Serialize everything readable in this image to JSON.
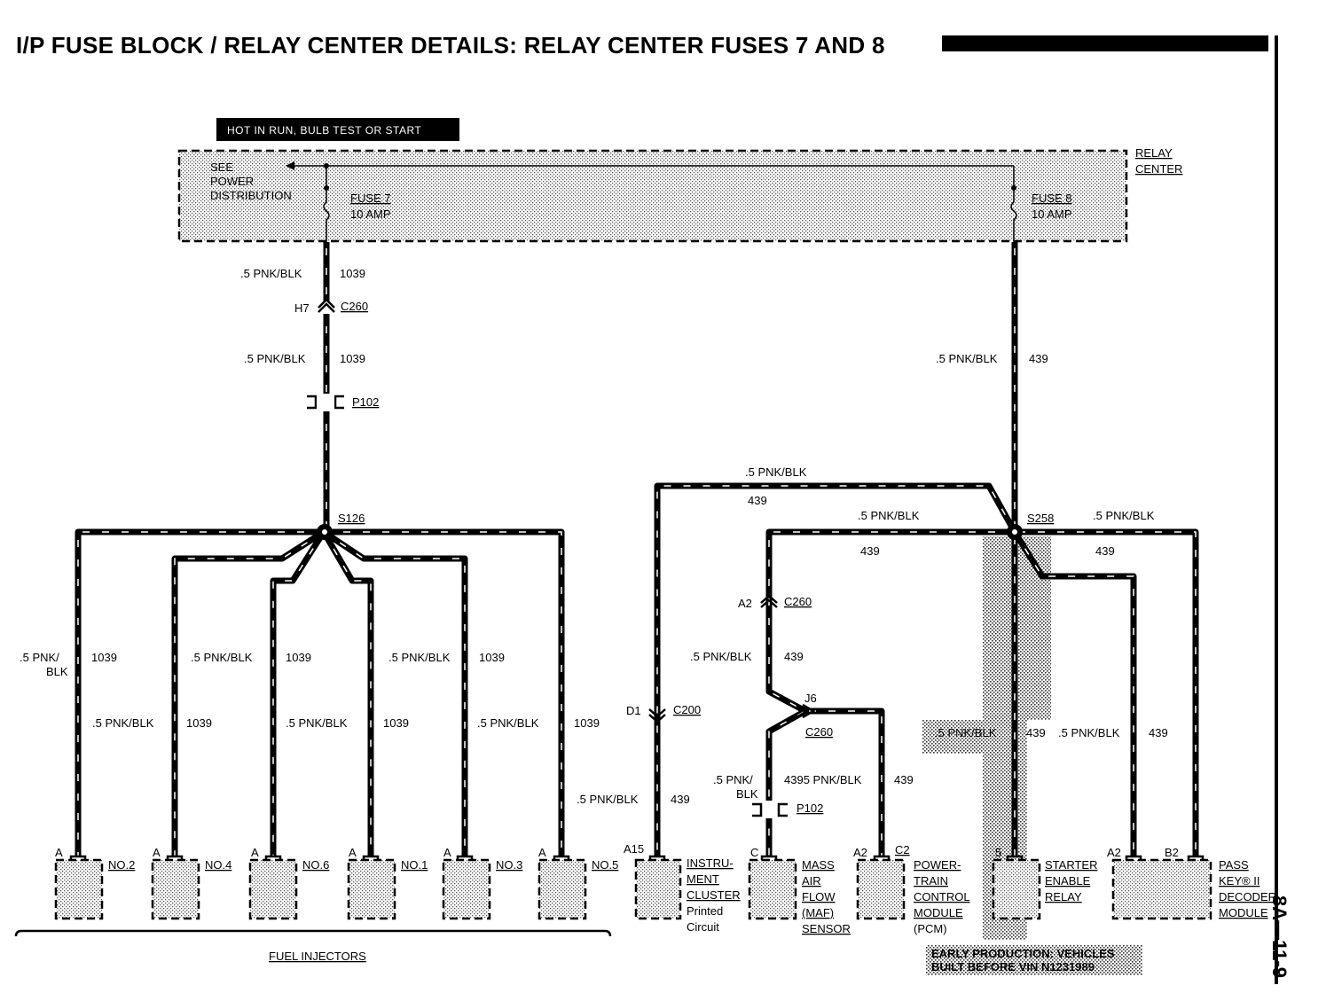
{
  "title": "I/P FUSE BLOCK / RELAY CENTER DETAILS: RELAY CENTER FUSES 7 AND 8",
  "page_number": "8A—11-9",
  "header_box": "HOT IN RUN, BULB TEST OR START",
  "relay_center": {
    "label_line1": "RELAY",
    "label_line2": "CENTER",
    "see_line1": "SEE",
    "see_line2": "POWER",
    "see_line3": "DISTRIBUTION",
    "fuse7_name": "FUSE 7",
    "fuse7_rating": "10 AMP",
    "fuse8_name": "FUSE 8",
    "fuse8_rating": "10 AMP"
  },
  "labels": {
    "w1_a": ".5 PNK/BLK",
    "w1_a_num": "1039",
    "c260_pin": "H7",
    "c260": "C260",
    "w1_b": ".5 PNK/BLK",
    "w1_b_num": "1039",
    "p102": "P102",
    "w8": ".5 PNK/BLK",
    "w8_num": "439",
    "s126": "S126",
    "s258": "S258",
    "ic_top": ".5 PNK/BLK",
    "ic_top_num": "439",
    "maf_top": ".5 PNK/BLK",
    "maf_top_num": "439",
    "pk_top": ".5 PNK/BLK",
    "pk_top_num": "439",
    "inj_a1": ".5 PNK/",
    "inj_a2": "BLK",
    "inj_a_num": "1039",
    "inj_b": ".5 PNK/BLK",
    "inj_b_num": "1039",
    "inj_c": ".5 PNK/BLK",
    "inj_c_num": "1039",
    "inj_d": ".5 PNK/BLK",
    "inj_d_num": "1039",
    "inj_e": ".5 PNK/BLK",
    "inj_e_num": "1039",
    "inj_f": ".5 PNK/BLK",
    "inj_f_num": "1039",
    "d1": "D1",
    "c200": "C200",
    "ic_low": ".5 PNK/BLK",
    "ic_low_num": "439",
    "a2": "A2",
    "c260_b": "C260",
    "maf_mid": ".5 PNK/BLK",
    "maf_mid_num": "439",
    "j6": "J6",
    "c260_c": "C260",
    "maf_low1": ".5 PNK/",
    "maf_low2": "BLK",
    "maf_low_num": "4395 PNK/BLK",
    "p102_b": "P102",
    "pcm_num": "439",
    "se_wire": ".5 PNK/BLK",
    "se_num": "439",
    "pk_wire": ".5 PNK/BLK",
    "pk_num": "439",
    "fuel_injectors": "FUEL INJECTORS",
    "early_1": "EARLY PRODUCTION: VEHICLES",
    "early_2": "BUILT BEFORE VIN N1231989"
  },
  "injectors": [
    {
      "pin": "A",
      "name": "NO.2"
    },
    {
      "pin": "A",
      "name": "NO.4"
    },
    {
      "pin": "A",
      "name": "NO.6"
    },
    {
      "pin": "A",
      "name": "NO.1"
    },
    {
      "pin": "A",
      "name": "NO.3"
    },
    {
      "pin": "A",
      "name": "NO.5"
    }
  ],
  "components": {
    "cluster": {
      "pin": "A15",
      "l1": "INSTRU-",
      "l2": "MENT",
      "l3": "CLUSTER",
      "l4": "Printed",
      "l5": "Circuit"
    },
    "maf": {
      "pin": "C",
      "l1": "MASS",
      "l2": "AIR",
      "l3": "FLOW",
      "l4": "(MAF)",
      "l5": "SENSOR"
    },
    "pcm": {
      "pin": "A2",
      "pin2": "C2",
      "l1": "POWER-",
      "l2": "TRAIN",
      "l3": "CONTROL",
      "l4": "MODULE",
      "l5": "(PCM)"
    },
    "starter": {
      "pin": "5",
      "l1": "STARTER",
      "l2": "ENABLE",
      "l3": "RELAY"
    },
    "passkey": {
      "pin1": "A2",
      "pin2": "B2",
      "l1": "PASS",
      "l2": "KEY® II",
      "l3": "DECODER",
      "l4": "MODULE"
    }
  }
}
